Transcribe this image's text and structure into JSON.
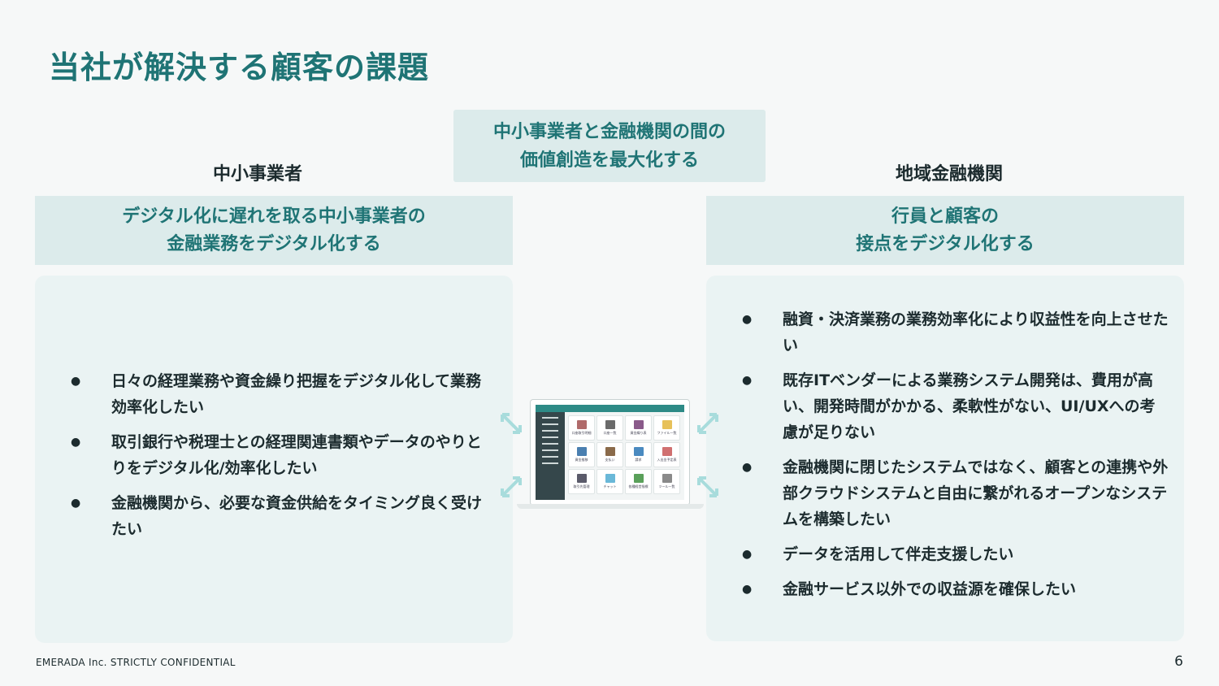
{
  "title": "当社が解決する顧客の課題",
  "center_banner": {
    "line1": "中小事業者と金融機関の間の",
    "line2": "価値創造を最大化する"
  },
  "left": {
    "heading": "中小事業者",
    "banner_line1": "デジタル化に遅れを取る中小事業者の",
    "banner_line2": "金融業務をデジタル化する",
    "items": [
      "日々の経理業務や資金繰り把握をデジタル化して業務効率化したい",
      "取引銀行や税理士との経理関連書類やデータのやりとりをデジタル化/効率化したい",
      "金融機関から、必要な資金供給をタイミング良く受けたい"
    ]
  },
  "right": {
    "heading": "地域金融機関",
    "banner_line1": "行員と顧客の",
    "banner_line2": "接点をデジタル化する",
    "items": [
      "融資・決済業務の業務効率化により収益性を向上させたい",
      "既存ITベンダーによる業務システム開発は、費用が高い、開発時間がかかる、柔軟性がない、UI/UXへの考慮が足りない",
      "金融機関に閉じたシステムではなく、顧客との連携や外部クラウドシステムと自由に繋がれるオープンなシステムを構築したい",
      "データを活用して伴走支援したい",
      "金融サービス以外での収益源を確保したい"
    ]
  },
  "bullet_glyph": "●",
  "app_tiles": [
    {
      "label": "口座取引明細",
      "color": "#b06a6a",
      "icon": "bank-book-icon"
    },
    {
      "label": "口座一覧",
      "color": "#6a6a6a",
      "icon": "list-icon"
    },
    {
      "label": "資金繰り表",
      "color": "#8a5a8a",
      "icon": "document-icon"
    },
    {
      "label": "ファイル一覧",
      "color": "#e7c15a",
      "icon": "folder-icon"
    },
    {
      "label": "資金推移",
      "color": "#4a7fb0",
      "icon": "bar-chart-icon"
    },
    {
      "label": "支払い",
      "color": "#8a6a4a",
      "icon": "wallet-icon"
    },
    {
      "label": "請求",
      "color": "#4a8ac0",
      "icon": "invoice-icon"
    },
    {
      "label": "入出金予定表",
      "color": "#d07070",
      "icon": "calendar-icon"
    },
    {
      "label": "取引先管理",
      "color": "#5a5a6a",
      "icon": "building-icon"
    },
    {
      "label": "チャット",
      "color": "#6ab8d8",
      "icon": "chat-icon"
    },
    {
      "label": "各種経営指標",
      "color": "#5aa05a",
      "icon": "growth-chart-icon"
    },
    {
      "label": "ツール一覧",
      "color": "#8a8a8a",
      "icon": "gear-icon"
    }
  ],
  "footer": "EMERADA Inc. STRICTLY CONFIDENTIAL",
  "page_number": "6",
  "colors": {
    "accent": "#1f7475",
    "banner_bg": "#dcebeb",
    "panel_bg": "#eaf3f3",
    "arrow": "#a8dcdc"
  }
}
